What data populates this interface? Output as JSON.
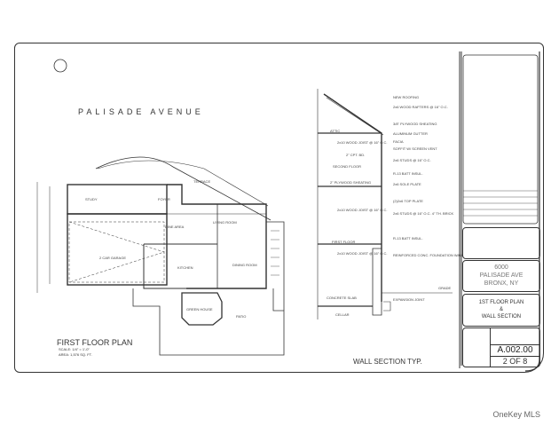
{
  "street_name": "PALISADE AVENUE",
  "floor_plan": {
    "title": "FIRST FLOOR PLAN",
    "scale": "SCALE: 1/4\" = 1'-0\"",
    "area": "AREA: 1,576 SQ. FT.",
    "rooms": [
      "STUDY",
      "FOYER",
      "TERRACE",
      "LIVING ROOM",
      "DINING ROOM",
      "KITCHEN",
      "2 CAR GARAGE",
      "DINE AREA",
      "GREEN HOUSE",
      "PATIO"
    ]
  },
  "wall_section": {
    "title": "WALL SECTION TYP.",
    "left_notes": [
      "ATTIC",
      "2x10 WOOD JOIST @ 16\" O.C.",
      "2\" CPT. BD.",
      "SECOND FLOOR",
      "2\" PLYWOOD SHEATING",
      "2x10 WOOD JOIST @ 16\" O.C.",
      "FIRST FLOOR",
      "2x10 WOOD JOIST @ 16\" O.C.",
      "CONCRETE SLAB",
      "CELLAR"
    ],
    "right_notes": [
      "NEW ROOFING",
      "2x6 WOOD RAFTERS @ 16\" O.C.",
      "3/8\" PLYWOOD SHEATING",
      "ALUMINUM GUTTER",
      "FACIA",
      "SOFFIT W/ SCREEN VENT",
      "2x6 STUDS @ 16\" O.C.",
      "R-13 BATT INSUL.",
      "2x6 SOLE PLATE",
      "(2)2x6 TOP PLATE",
      "2x6 STUDS @ 16\" O.C. 4\" TH. BRICK",
      "R-13 BATT INSUL.",
      "REINFORCED CONC. FOUNDATION WALL",
      "GRADE",
      "EXPANSION JOINT"
    ]
  },
  "title_block": {
    "address_lines": [
      "6000",
      "PALISADE AVE",
      "BRONX, NY"
    ],
    "sheet_title_lines": [
      "1ST FLOOR PLAN",
      "&",
      "WALL SECTION"
    ],
    "drawing_number": "A.002.00",
    "sheet_count": "2 OF 8"
  },
  "watermark": "OneKey MLS"
}
